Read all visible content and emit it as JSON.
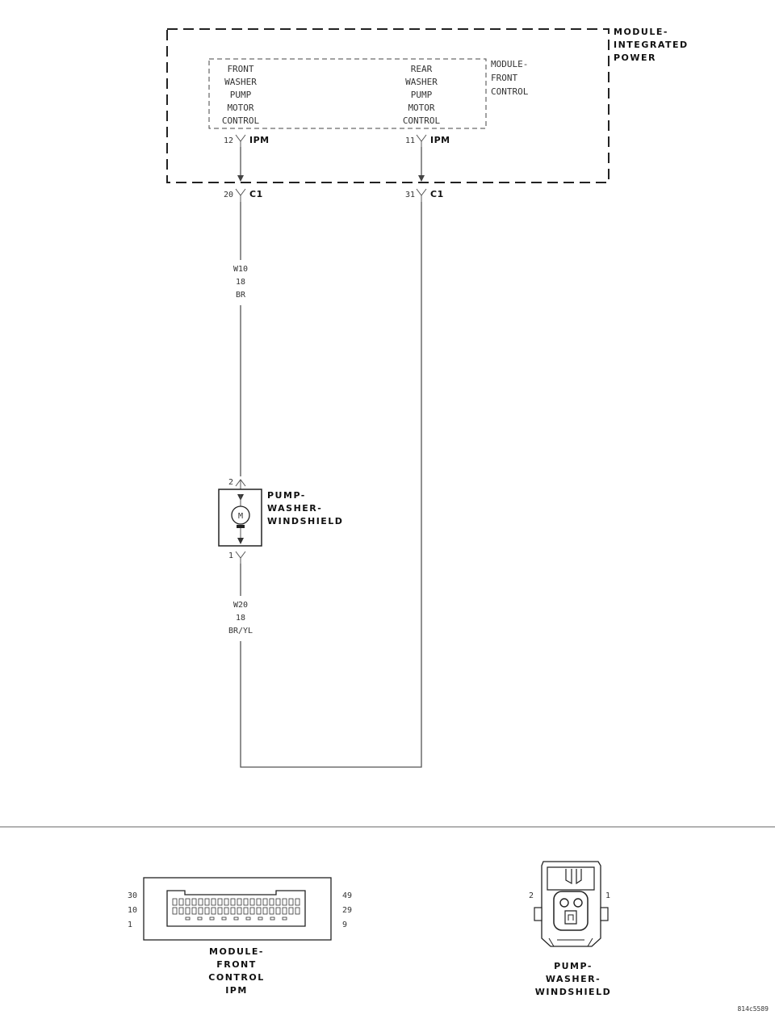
{
  "modules": {
    "ipm_title": [
      "MODULE-",
      "INTEGRATED",
      "POWER"
    ],
    "fcm_title": [
      "MODULE-",
      "FRONT",
      "CONTROL"
    ],
    "front_ctrl": [
      "FRONT",
      "WASHER",
      "PUMP",
      "MOTOR",
      "CONTROL"
    ],
    "rear_ctrl": [
      "REAR",
      "WASHER",
      "PUMP",
      "MOTOR",
      "CONTROL"
    ]
  },
  "pins": {
    "front_ipm_pin": "12",
    "front_ipm_conn": "IPM",
    "rear_ipm_pin": "11",
    "rear_ipm_conn": "IPM",
    "front_c1_pin": "20",
    "front_c1_conn": "C1",
    "rear_c1_pin": "31",
    "rear_c1_conn": "C1",
    "motor_pin_top": "2",
    "motor_pin_bottom": "1"
  },
  "wires": {
    "w10": [
      "W10",
      "18",
      "BR"
    ],
    "w20": [
      "W20",
      "18",
      "BR/YL"
    ]
  },
  "motor": {
    "symbol": "M",
    "title": [
      "PUMP-",
      "WASHER-",
      "WINDSHIELD"
    ]
  },
  "connector_views": {
    "fcm_left_pins": [
      "30",
      "10",
      "1"
    ],
    "fcm_right_pins": [
      "49",
      "29",
      "9"
    ],
    "fcm_title": [
      "MODULE-",
      "FRONT",
      "CONTROL",
      "IPM"
    ],
    "pump_left_pin": "2",
    "pump_right_pin": "1",
    "pump_title": [
      "PUMP-",
      "WASHER-",
      "WINDSHIELD"
    ]
  },
  "figure_id": "814c5589"
}
